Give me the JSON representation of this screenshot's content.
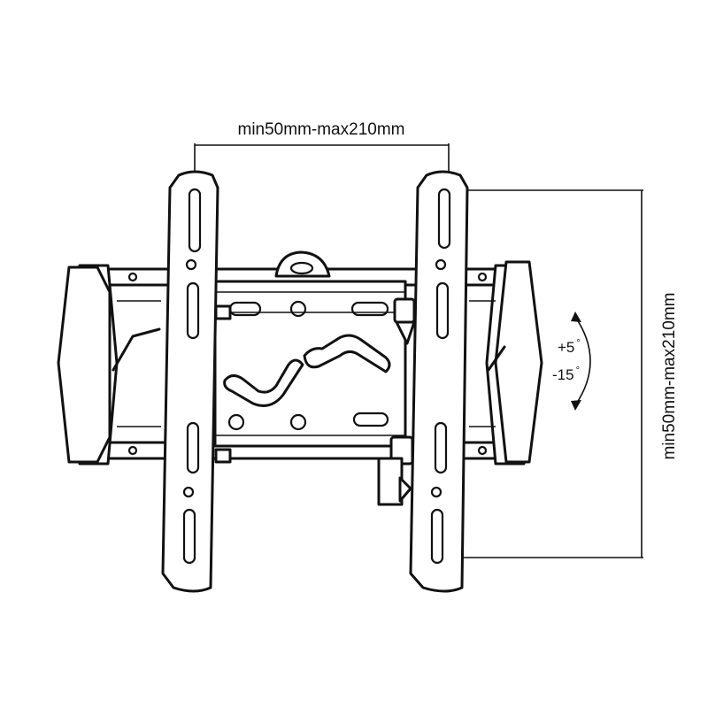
{
  "diagram": {
    "horizontal_dimension": "min50mm-max210mm",
    "vertical_dimension": "min50mm-max210mm",
    "tilt_up": "+5",
    "tilt_down": "-15",
    "degree_symbol": "°",
    "colors": {
      "line": "#111111",
      "background": "#ffffff"
    }
  }
}
